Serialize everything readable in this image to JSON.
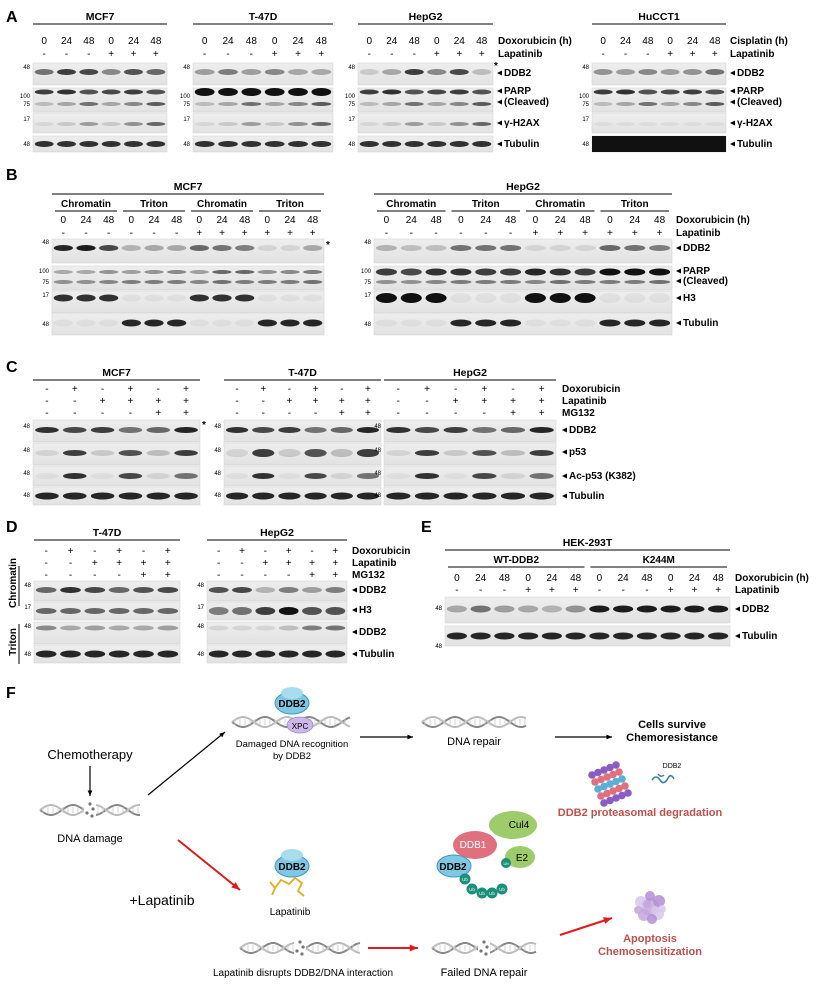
{
  "panels": {
    "A": {
      "letter": "A",
      "cells": [
        "MCF7",
        "T-47D",
        "HepG2",
        "HuCCT1"
      ],
      "time_labels": [
        "0",
        "24",
        "48",
        "0",
        "24",
        "48"
      ],
      "drug_signs": [
        "-",
        "-",
        "-",
        "+",
        "+",
        "+"
      ],
      "cond_dox": "Doxorubicin (h)",
      "cond_cis": "Cisplatin (h)",
      "cond_lap": "Lapatinib",
      "bands": [
        "DDB2",
        "PARP",
        "(Cleaved)",
        "γ-H2AX",
        "Tubulin"
      ],
      "mw": [
        "48",
        "100",
        "75",
        "17",
        "48"
      ],
      "asterisk": "*"
    },
    "B": {
      "letter": "B",
      "cells": [
        "MCF7",
        "HepG2"
      ],
      "fractions": [
        "Chromatin",
        "Triton",
        "Chromatin",
        "Triton"
      ],
      "time_labels": [
        "0",
        "24",
        "48",
        "0",
        "24",
        "48",
        "0",
        "24",
        "48",
        "0",
        "24",
        "48"
      ],
      "drug_signs": [
        "-",
        "-",
        "-",
        "-",
        "-",
        "-",
        "+",
        "+",
        "+",
        "+",
        "+",
        "+"
      ],
      "cond_dox": "Doxorubicin (h)",
      "cond_lap": "Lapatinib",
      "bands": [
        "DDB2",
        "PARP",
        "(Cleaved)",
        "H3",
        "Tubulin"
      ],
      "mw": [
        "48",
        "100",
        "75",
        "17",
        "48"
      ],
      "asterisk": "*"
    },
    "C": {
      "letter": "C",
      "cells": [
        "MCF7",
        "T-47D",
        "HepG2"
      ],
      "dox_signs": [
        "-",
        "+",
        "-",
        "+",
        "-",
        "+"
      ],
      "lap_signs": [
        "-",
        "-",
        "+",
        "+",
        "+",
        "+"
      ],
      "mg_signs": [
        "-",
        "-",
        "-",
        "-",
        "+",
        "+"
      ],
      "cond_dox": "Doxorubicin",
      "cond_lap": "Lapatinib",
      "cond_mg": "MG132",
      "bands": [
        "DDB2",
        "p53",
        "Ac-p53 (K382)",
        "Tubulin"
      ],
      "mw": [
        "48",
        "48",
        "48",
        "48"
      ],
      "asterisk": "*"
    },
    "D": {
      "letter": "D",
      "cells": [
        "T-47D",
        "HepG2"
      ],
      "dox_signs": [
        "-",
        "+",
        "-",
        "+",
        "-",
        "+"
      ],
      "lap_signs": [
        "-",
        "-",
        "+",
        "+",
        "+",
        "+"
      ],
      "mg_signs": [
        "-",
        "-",
        "-",
        "-",
        "+",
        "+"
      ],
      "cond_dox": "Doxorubicin",
      "cond_lap": "Lapatinib",
      "cond_mg": "MG132",
      "fractions": [
        "Chromatin",
        "Triton"
      ],
      "bands": [
        "DDB2",
        "H3",
        "DDB2",
        "Tubulin"
      ],
      "mw": [
        "48",
        "17",
        "48",
        "48"
      ]
    },
    "E": {
      "letter": "E",
      "cell": "HEK-293T",
      "groups": [
        "WT-DDB2",
        "K244M"
      ],
      "time_labels": [
        "0",
        "24",
        "48",
        "0",
        "24",
        "48",
        "0",
        "24",
        "48",
        "0",
        "24",
        "48"
      ],
      "drug_signs": [
        "-",
        "-",
        "-",
        "+",
        "+",
        "+",
        "-",
        "-",
        "-",
        "+",
        "+",
        "+"
      ],
      "cond_dox": "Doxorubicin (h)",
      "cond_lap": "Lapatinib",
      "bands": [
        "DDB2",
        "Tubulin"
      ],
      "mw": [
        "48",
        "48"
      ]
    },
    "F": {
      "letter": "F",
      "chemotherapy": "Chemotherapy",
      "dna_damage": "DNA damage",
      "ddb2": "DDB2",
      "xpc": "XPC",
      "recognition_1": "Damaged DNA recognition",
      "recognition_2": "by DDB2",
      "dna_repair": "DNA repair",
      "survive_1": "Cells survive",
      "survive_2": "Chemoresistance",
      "plus_lapatinib": "+Lapatinib",
      "lapatinib": "Lapatinib",
      "disrupts": "Lapatinib disrupts DDB2/DNA interaction",
      "failed_repair": "Failed DNA repair",
      "ddb1": "DDB1",
      "cul4": "Cul4",
      "e2": "E2",
      "ub": "Ub",
      "degradation": "DDB2 proteasomal degradation",
      "ddb2_small": "DDB2",
      "apoptosis_1": "Apoptosis",
      "apoptosis_2": "Chemosensitization"
    }
  }
}
